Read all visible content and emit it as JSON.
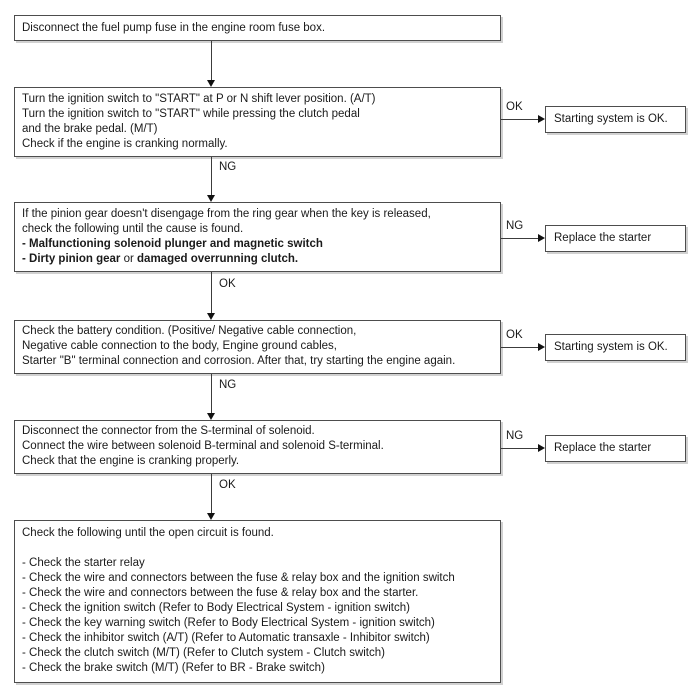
{
  "labels": {
    "ok": "OK",
    "ng": "NG"
  },
  "flow": {
    "box1": {
      "line1": "Disconnect the fuel pump fuse in the engine room fuse box."
    },
    "box2": {
      "line1": "Turn the ignition switch to \"START\" at P or N shift lever position. (A/T)",
      "line2": "Turn the ignition switch to \"START\" while pressing the clutch pedal",
      "line3": "and the brake pedal. (M/T)",
      "line4": "Check if the engine is cranking normally."
    },
    "box3": {
      "line1": "If the pinion gear doesn't disengage from the ring gear when the key is released,",
      "line2": "check the following until the cause is found.",
      "bold_item1": "- Malfunctioning solenoid plunger and magnetic switch",
      "item2_bold1": "- Dirty pinion gear",
      "item2_regular": " or ",
      "item2_bold2": "damaged overrunning clutch."
    },
    "box4": {
      "line1": "Check the battery condition. (Positive/ Negative cable connection,",
      "line2": "Negative cable connection to the body, Engine ground cables,",
      "line3": "Starter \"B\" terminal connection and corrosion. After that, try starting the engine again."
    },
    "box5": {
      "line1": "Disconnect the connector from the S-terminal of solenoid.",
      "line2": "Connect the wire between solenoid B-terminal and solenoid S-terminal.",
      "line3": "Check that the engine is cranking properly."
    },
    "box6": {
      "title": "Check the following until the open circuit is found.",
      "item1": "- Check the starter relay",
      "item2": "- Check the wire and connectors between the fuse & relay box and the ignition switch",
      "item3": "- Check the wire and connectors between the fuse & relay box and the starter.",
      "item4": "- Check the ignition switch (Refer to Body Electrical System - ignition switch)",
      "item5": "- Check the key warning switch (Refer to Body Electrical System - ignition switch)",
      "item6": "- Check the inhibitor switch (A/T) (Refer to Automatic transaxle - Inhibitor switch)",
      "item7": "- Check the clutch switch (M/T) (Refer to Clutch system - Clutch switch)",
      "item8": "- Check the brake switch (M/T) (Refer to BR - Brake switch)"
    },
    "result_ok": "Starting system is OK.",
    "result_replace": "Replace the starter"
  }
}
